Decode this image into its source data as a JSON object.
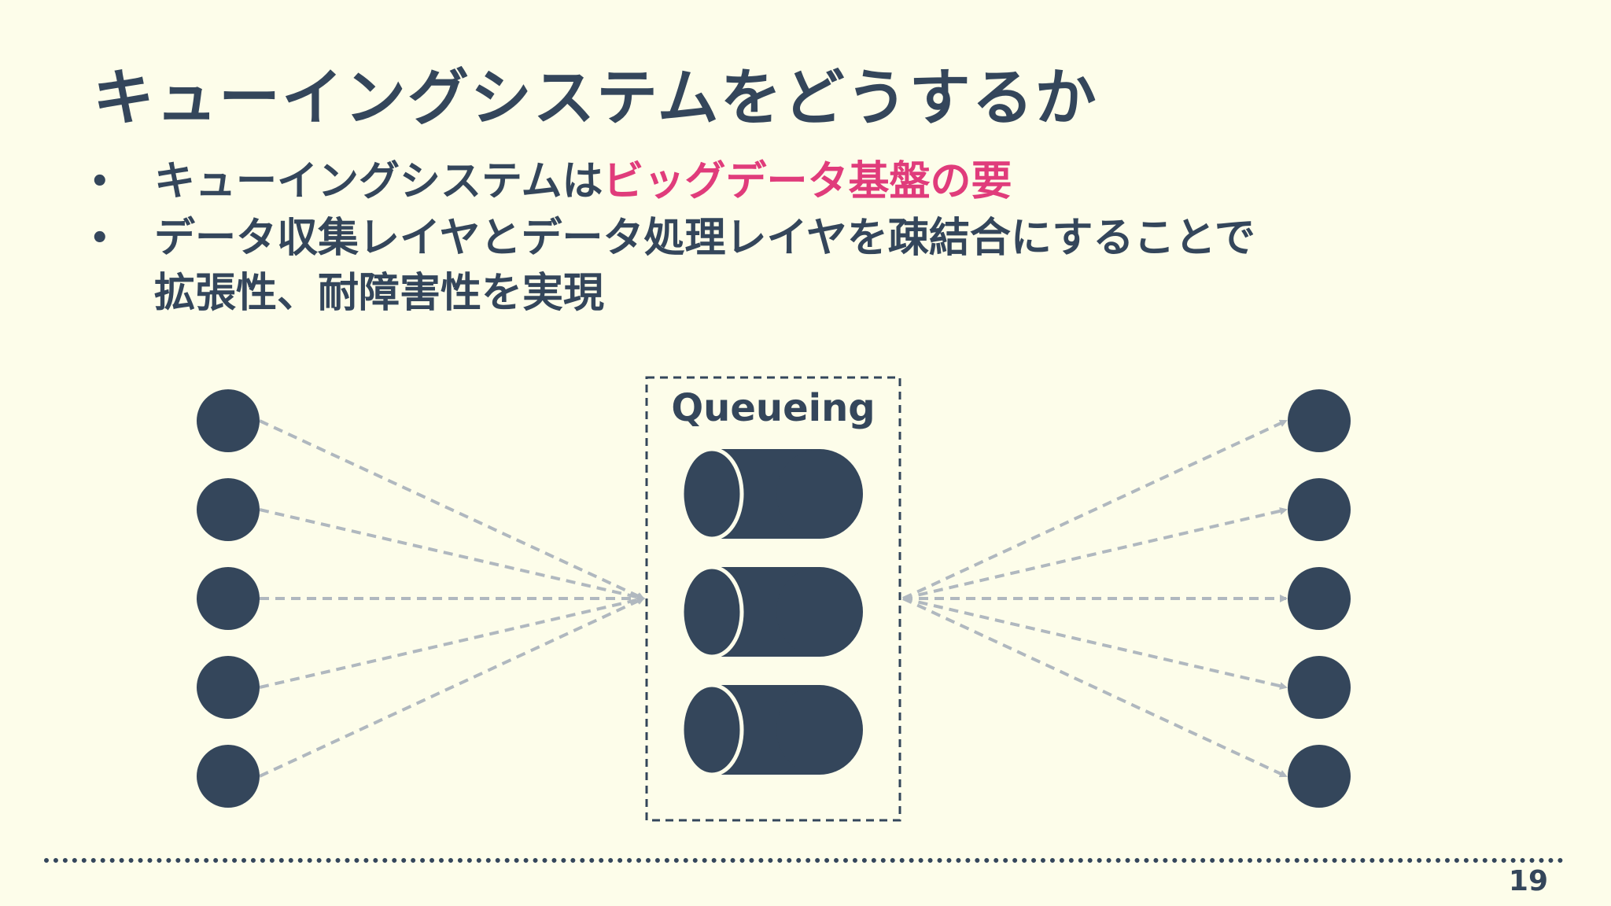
{
  "slide": {
    "title": "キューイングシステムをどうするか",
    "bullets": [
      {
        "text": "キューイングシステムは",
        "highlight": "ビッグデータ基盤の要"
      },
      {
        "line1": "データ収集レイヤとデータ処理レイヤを疎結合にすることで",
        "line2": "拡張性、耐障害性を実現"
      }
    ],
    "bullet_symbol": "•",
    "page_number": "19"
  },
  "diagram": {
    "queue_label": "Queueing",
    "producer_count": 5,
    "consumer_count": 5,
    "queue_count": 3
  },
  "colors": {
    "background": "#fdfdea",
    "text": "#34465b",
    "accent": "#e03c7b",
    "node": "#34465b",
    "arrow": "#b0b8bf"
  }
}
